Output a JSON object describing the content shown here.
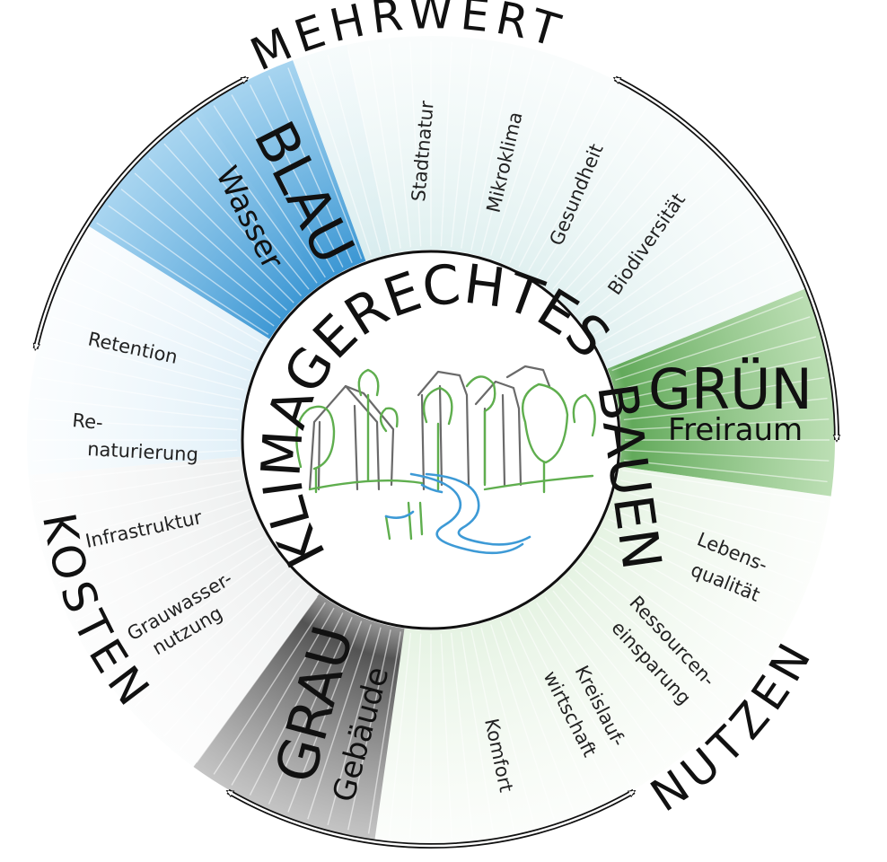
{
  "outer_labels": {
    "top": "MEHRWERT",
    "left": "KOSTEN",
    "right": "NUTZEN"
  },
  "center": {
    "line1": "KLIMAGERECHTES",
    "line2": "BAUEN"
  },
  "sectors": {
    "blau": {
      "title": "BLAU",
      "subtitle": "Wasser",
      "color": "#2e8fd0"
    },
    "gruen": {
      "title": "GRÜN",
      "subtitle": "Freiraum",
      "color": "#5aa552"
    },
    "grau": {
      "title": "GRAU",
      "subtitle": "Gebäude",
      "color": "#4a4a4a"
    }
  },
  "items": {
    "stadtnatur": "Stadtnatur",
    "mikroklima": "Mikroklima",
    "gesundheit": "Gesundheit",
    "biodiversitaet": "Biodiversität",
    "retention": "Retention",
    "renaturierung_1": "Re-",
    "renaturierung_2": "naturierung",
    "infrastruktur": "Infrastruktur",
    "grauwasser_1": "Grauwasser-",
    "grauwasser_2": "nutzung",
    "lebensqualitaet_1": "Lebens-",
    "lebensqualitaet_2": "qualität",
    "ressourcen_1": "Ressourcen-",
    "ressourcen_2": "einsparung",
    "kreislauf_1": "Kreislauf-",
    "kreislauf_2": "wirtschaft",
    "komfort": "Komfort"
  },
  "colors": {
    "blue": "#2e8fd0",
    "green": "#5aa552",
    "gray": "#4a4a4a",
    "river": "#3d9ad6",
    "tree": "#5fae4e",
    "sketch": "#6a6a6a"
  }
}
